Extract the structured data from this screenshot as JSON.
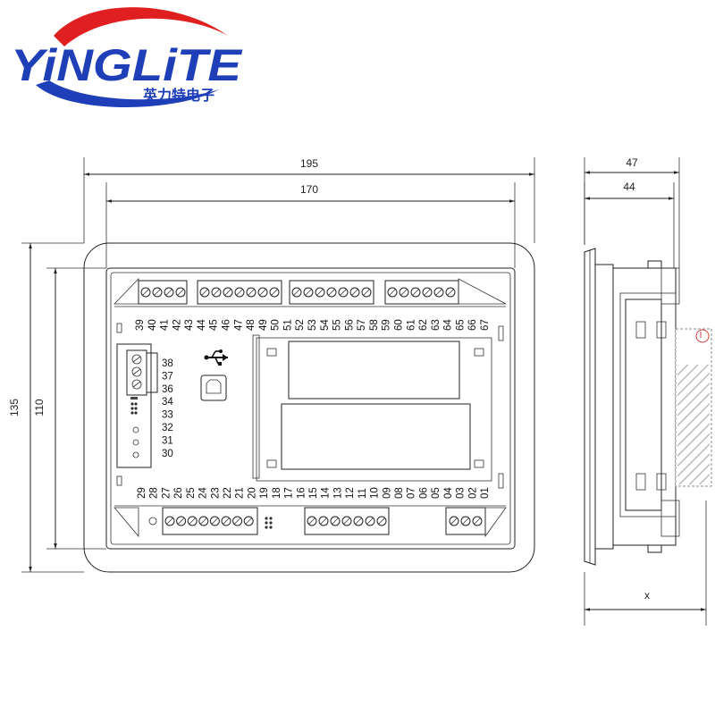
{
  "logo": {
    "brand": "YiNGLiTE",
    "subtitle": "英力特电子",
    "color_blue": "#1f3fb8",
    "color_red": "#e02020"
  },
  "front_view": {
    "dims": {
      "overall_width": "195",
      "inner_width": "170",
      "overall_height": "135",
      "inner_height": "110"
    },
    "top_terminals": [
      "39",
      "40",
      "41",
      "42",
      "43",
      "44",
      "45",
      "46",
      "47",
      "48",
      "49",
      "50",
      "51",
      "52",
      "53",
      "54",
      "55",
      "56",
      "57",
      "58",
      "59",
      "60",
      "61",
      "62",
      "63",
      "64",
      "65",
      "66",
      "67"
    ],
    "bottom_terminals": [
      "29",
      "28",
      "27",
      "26",
      "25",
      "24",
      "23",
      "22",
      "21",
      "20",
      "19",
      "18",
      "17",
      "16",
      "15",
      "14",
      "13",
      "12",
      "11",
      "10",
      "09",
      "08",
      "07",
      "06",
      "05",
      "04",
      "03",
      "02",
      "01"
    ],
    "left_terminals": [
      "38",
      "37",
      "36",
      "34",
      "33",
      "32",
      "31",
      "30"
    ],
    "usb_icon": "usb-icon"
  },
  "side_view": {
    "dims": {
      "depth_total": "47",
      "depth_body": "44",
      "depth_x": "x"
    }
  }
}
